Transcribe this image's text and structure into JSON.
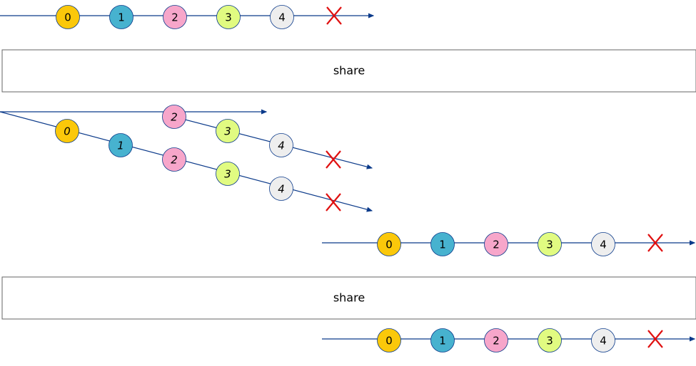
{
  "colors": {
    "line": "#0b3a8a",
    "marble_stroke": "#0b3a8a",
    "error": "#e01010",
    "box_stroke": "#666666"
  },
  "marble_palette": [
    "#fbc80a",
    "#47b2cf",
    "#f7a6ca",
    "#e1fb81",
    "#eeeeee"
  ],
  "marble_values": [
    "0",
    "1",
    "2",
    "3",
    "4"
  ],
  "operators": [
    {
      "id": "op1",
      "label": "share"
    },
    {
      "id": "op2",
      "label": "share"
    }
  ],
  "timelines": [
    {
      "id": "source-1",
      "italic": false,
      "values": [
        "0",
        "1",
        "2",
        "3",
        "4"
      ],
      "terminates_with_error": true
    },
    {
      "id": "subscriber-a",
      "italic": true,
      "values": [
        "2",
        "3",
        "4"
      ],
      "terminates_with_error": true
    },
    {
      "id": "subscriber-b",
      "italic": true,
      "values": [
        "0",
        "1",
        "2",
        "3",
        "4"
      ],
      "terminates_with_error": true
    },
    {
      "id": "source-2",
      "italic": false,
      "values": [
        "0",
        "1",
        "2",
        "3",
        "4"
      ],
      "terminates_with_error": true
    },
    {
      "id": "output-2",
      "italic": false,
      "values": [
        "0",
        "1",
        "2",
        "3",
        "4"
      ],
      "terminates_with_error": true
    }
  ]
}
